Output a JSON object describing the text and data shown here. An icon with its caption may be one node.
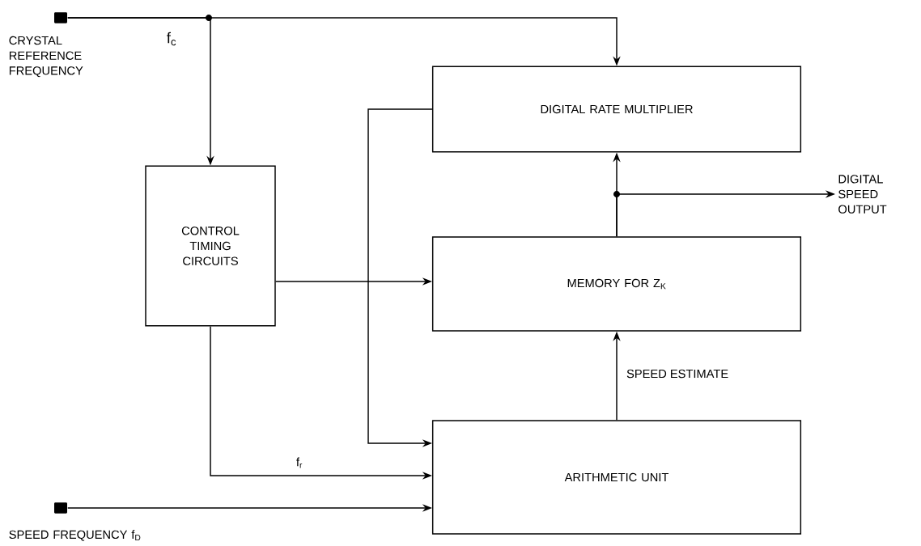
{
  "diagram": {
    "nodes": [
      {
        "text": [],
        "shape": "box",
        "beside": [
          "CRYSTAL REFERENCE FREQUENCY"
        ]
      },
      {
        "text": [
          "DIGITAL RATE MULTIPLIER"
        ]
      },
      {
        "text": [
          "CONTROL TIMING CIRCUITS"
        ]
      },
      {
        "text": [
          "MEMORY FOR Z$_{K}$"
        ]
      },
      {
        "text": [
          "ARITHMETIC UNIT"
        ]
      },
      {
        "text": [],
        "shape": "box",
        "beside": [
          "SPEED FREQUENCY f$_{D}$"
        ]
      },
      {
        "text": [
          "DIGITAL SPEED OUTPUT"
        ]
      }
    ],
    "edges": [
      {
        "from": 0,
        "to": 1,
        "arrow": "to"
      },
      {
        "from": 0,
        "to": 2,
        "arrow": "to"
      },
      {
        "from": 1,
        "to": 4,
        "arrow": "to"
      },
      {
        "from": 2,
        "to": 3,
        "arrow": "to"
      },
      {
        "from": 2,
        "to": 4,
        "arrow": "to",
        "label": "f$_{r}$"
      },
      {
        "from": 5,
        "to": 4,
        "arrow": "to"
      },
      {
        "from": 4,
        "to": 3,
        "arrow": "to",
        "label": "SPEED ESTIMATE"
      },
      {
        "from": 3,
        "to": 1,
        "arrow": "to"
      },
      {
        "from": 3,
        "to": 6,
        "arrow": "to"
      }
    ],
    "labels": [
      "f$_{c}$"
    ]
  }
}
